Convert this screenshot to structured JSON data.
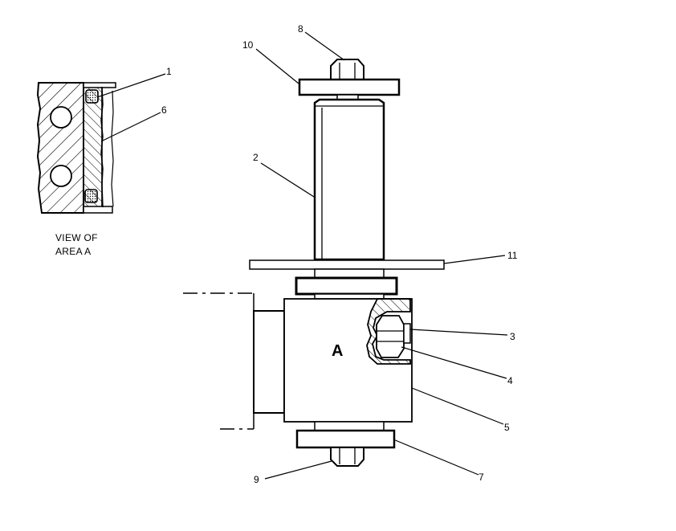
{
  "diagram": {
    "detail_caption_line1": "VIEW OF",
    "detail_caption_line2": "AREA A",
    "area_marker": "A",
    "callouts": {
      "c1": "1",
      "c2": "2",
      "c3": "3",
      "c4": "4",
      "c5": "5",
      "c6": "6",
      "c7": "7",
      "c8": "8",
      "c9": "9",
      "c10": "10",
      "c11": "11"
    }
  }
}
